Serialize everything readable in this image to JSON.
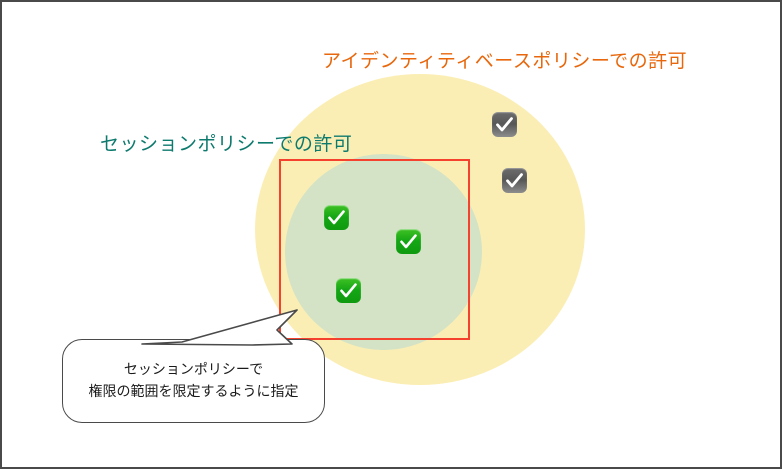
{
  "diagram": {
    "title_identity_policy": "アイデンティティベースポリシーでの許可",
    "title_session_policy": "セッションポリシーでの許可",
    "callout": {
      "line1": "セッションポリシーで",
      "line2": "権限の範囲を限定するように指定"
    },
    "colors": {
      "identity_circle": "#fbeeb4",
      "session_circle": "#d4e3c5",
      "identity_label": "#e8670c",
      "session_label": "#0d7a6e",
      "boundary_rect": "#f4422e",
      "allowed_check": "#15a615",
      "denied_check": "#6d6d6d",
      "frame_border": "#4a4a4a",
      "callout_border": "#4a4a4a",
      "background": "#ffffff"
    },
    "regions": [
      {
        "name": "identity-based-policy-circle",
        "label": "アイデンティティベースポリシーでの許可"
      },
      {
        "name": "session-policy-circle",
        "label": "セッションポリシーでの許可"
      },
      {
        "name": "session-policy-boundary-rectangle",
        "label": ""
      }
    ],
    "checks": [
      {
        "name": "check-allowed-1",
        "state": "allowed",
        "icon": "check-square-icon"
      },
      {
        "name": "check-allowed-2",
        "state": "allowed",
        "icon": "check-square-icon"
      },
      {
        "name": "check-allowed-3",
        "state": "allowed",
        "icon": "check-square-icon"
      },
      {
        "name": "check-denied-1",
        "state": "denied",
        "icon": "check-square-icon"
      },
      {
        "name": "check-denied-2",
        "state": "denied",
        "icon": "check-square-icon"
      }
    ]
  }
}
